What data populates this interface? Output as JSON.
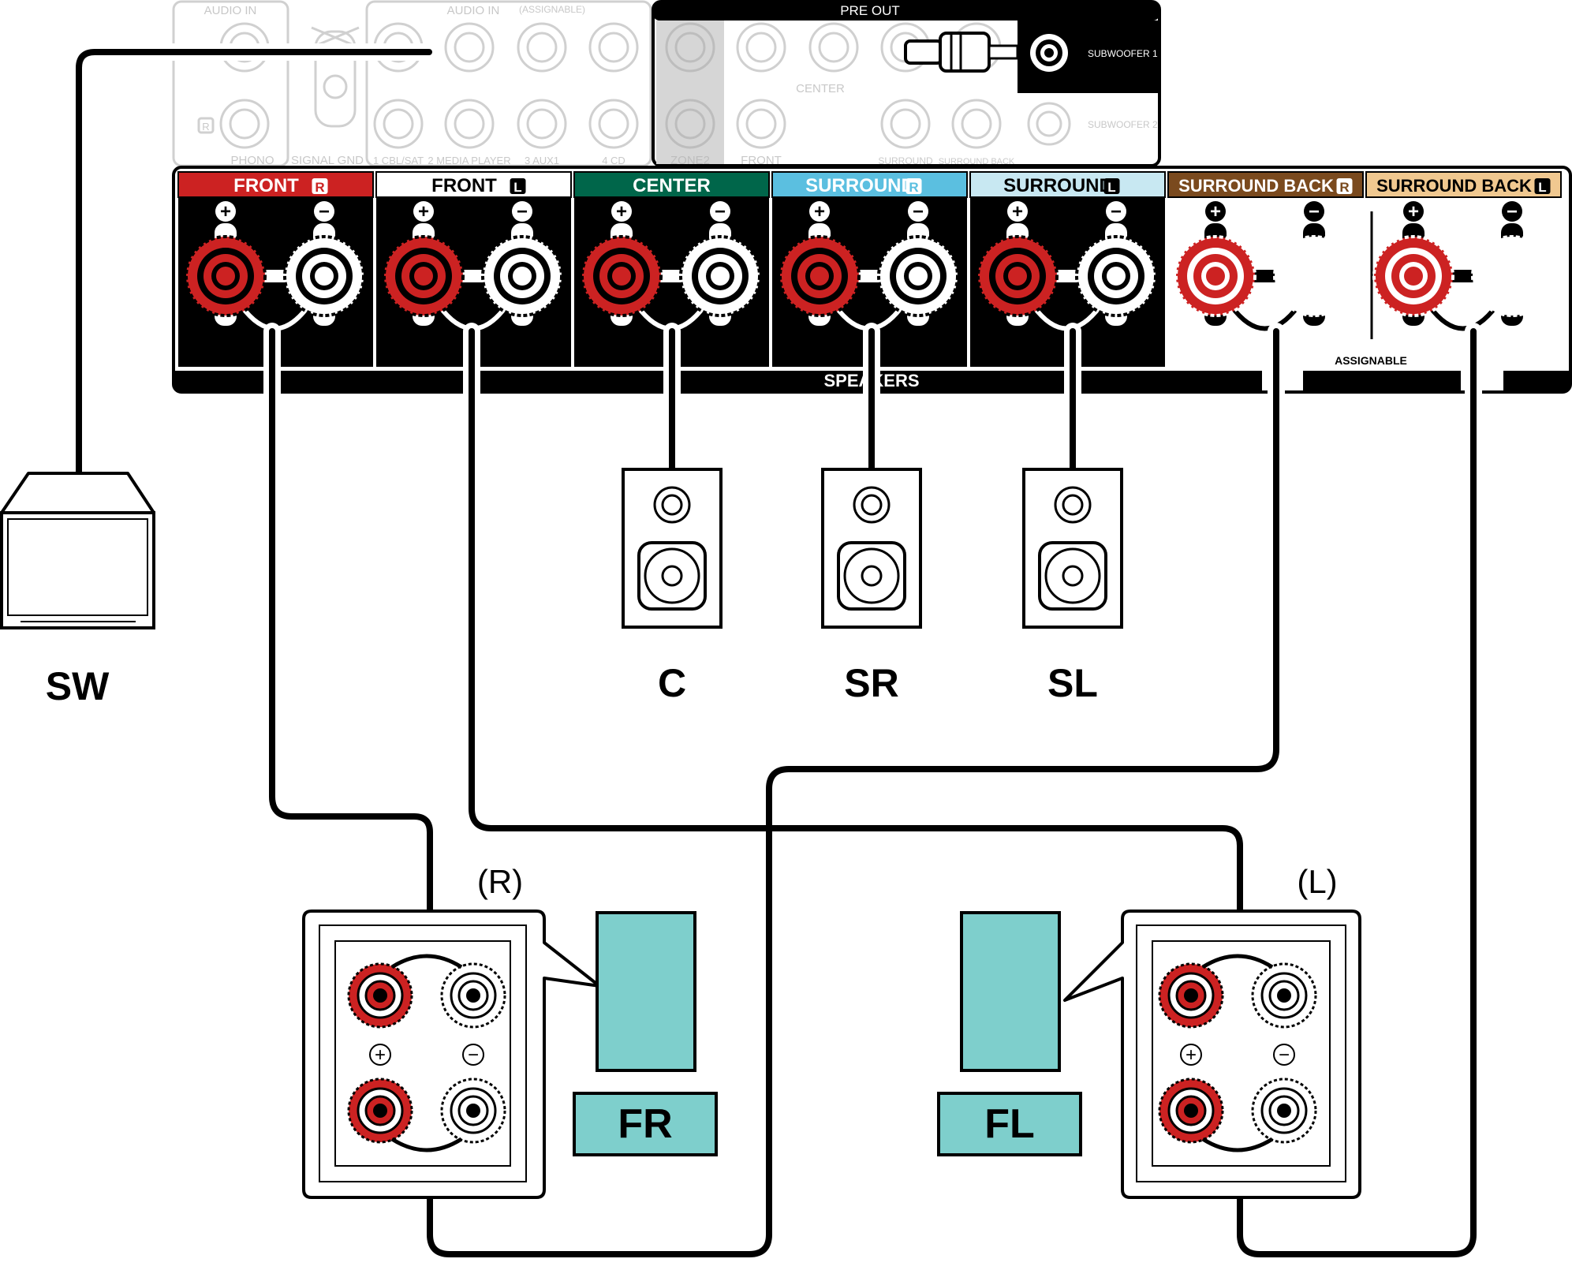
{
  "top_panel": {
    "audio_in_label": "AUDIO IN",
    "audio_in_assignable_label": "AUDIO IN",
    "audio_in_assignable_sub": "(ASSIGNABLE)",
    "r_label": "R",
    "phono_label": "PHONO",
    "signal_gnd_label": "SIGNAL GND",
    "inputs": [
      "1 CBL/SAT",
      "2 MEDIA PLAYER",
      "3 AUX1",
      "4 CD"
    ],
    "pre_out_label": "PRE OUT",
    "zone2_label": "ZONE2",
    "front_label": "FRONT",
    "center_label": "CENTER",
    "surround_label": "SURROUND",
    "surround_back_label": "SURROUND BACK",
    "subwoofer1_label": "SUBWOOFER 1",
    "subwoofer2_label": "SUBWOOFER 2"
  },
  "speaker_terminals": {
    "section_label": "SPEAKERS",
    "assignable_label": "ASSIGNABLE",
    "channels": [
      {
        "label": "FRONT",
        "side": "R",
        "color": "#cc2222"
      },
      {
        "label": "FRONT",
        "side": "L",
        "color": "#ffffff"
      },
      {
        "label": "CENTER",
        "side": "",
        "color": "#00664a"
      },
      {
        "label": "SURROUND",
        "side": "R",
        "color": "#5bbfe0"
      },
      {
        "label": "SURROUND",
        "side": "L",
        "color": "#c8e8f2"
      },
      {
        "label": "SURROUND BACK",
        "side": "R",
        "color": "#7a4a1e"
      },
      {
        "label": "SURROUND BACK",
        "side": "L",
        "color": "#f0c890"
      }
    ],
    "plus_symbol": "+",
    "minus_symbol": "−"
  },
  "speakers": {
    "subwoofer": "SW",
    "center": "C",
    "surround_right": "SR",
    "surround_left": "SL",
    "front_right": "FR",
    "front_left": "FL",
    "right_marker": "(R)",
    "left_marker": "(L)",
    "bi_amp_color": "#7ecfcc"
  }
}
